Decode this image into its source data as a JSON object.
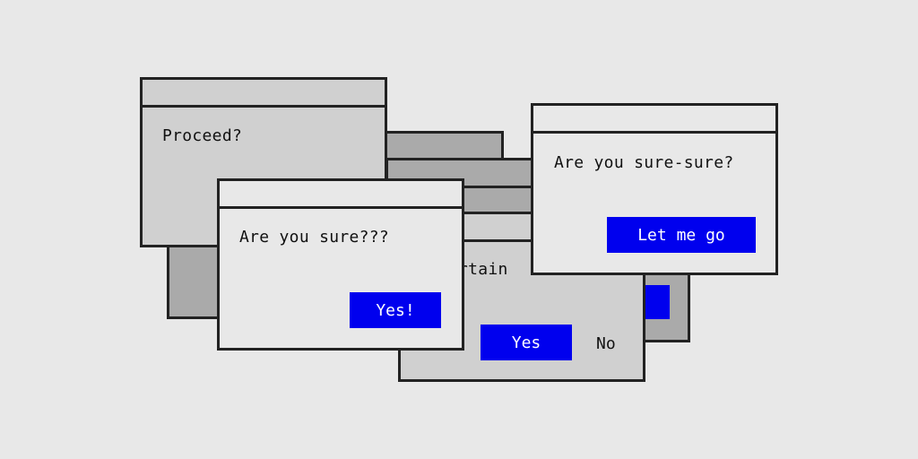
{
  "colors": {
    "background": "#e8e8e8",
    "border": "#222222",
    "window_light": "#e8e8e8",
    "window_mid": "#d0d0d0",
    "window_dark": "#aaaaaa",
    "button_bg": "#0000ee",
    "button_text": "#ffffff"
  },
  "dialogs": {
    "proceed": {
      "message": "Proceed?"
    },
    "certain": {
      "message": "rtain",
      "yes_label": "Yes",
      "no_label": "No"
    },
    "sure": {
      "message": "Are you sure???",
      "yes_label": "Yes!"
    },
    "sure_sure": {
      "message": "Are you sure-sure?",
      "button_label": "Let me go"
    }
  }
}
